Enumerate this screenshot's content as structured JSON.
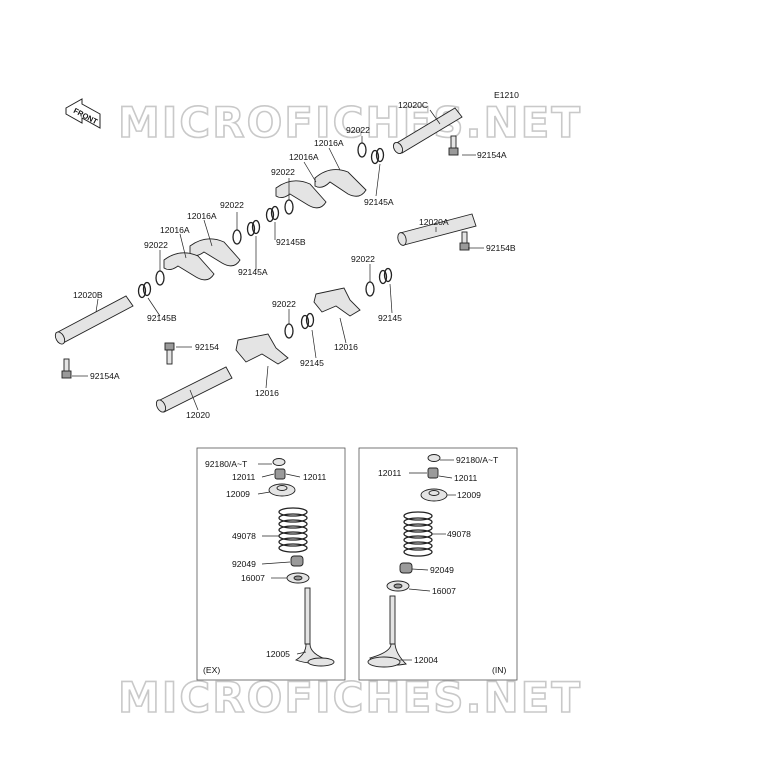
{
  "diagram_id": "E1210",
  "watermark": "MICROFICHES.NET",
  "front_label": "FRONT",
  "labels": {
    "p12020C": "12020C",
    "p92154A_top": "92154A",
    "p92022_a": "92022",
    "p12016A_a": "12016A",
    "p12016A_b": "12016A",
    "p92022_b": "92022",
    "p92145A_a": "92145A",
    "p92145B_a": "92145B",
    "p92022_c": "92022",
    "p12016A_c": "12016A",
    "p12016A_d": "12016A",
    "p92022_d": "92022",
    "p92145A_b": "92145A",
    "p12020B": "12020B",
    "p92145B_b": "92145B",
    "p12020A": "12020A",
    "p92154B": "92154B",
    "p92022_e": "92022",
    "p92145_a": "92145",
    "p92022_f": "92022",
    "p12016_a": "12016",
    "p92145_b": "92145",
    "p92154": "92154",
    "p12016_b": "12016",
    "p92154A_left": "92154A",
    "p12020": "12020"
  },
  "panel_ex": {
    "tag": "(EX)",
    "labels": {
      "cotter": "92180/A~T",
      "keeper_l": "12011",
      "keeper_r": "12011",
      "retainer": "12009",
      "spring": "49078",
      "seal": "92049",
      "seat": "16007",
      "valve": "12005"
    }
  },
  "panel_in": {
    "tag": "(IN)",
    "labels": {
      "cotter": "92180/A~T",
      "keeper_l": "12011",
      "keeper_r": "12011",
      "retainer": "12009",
      "spring": "49078",
      "seal": "92049",
      "seat": "16007",
      "valve": "12004"
    }
  }
}
